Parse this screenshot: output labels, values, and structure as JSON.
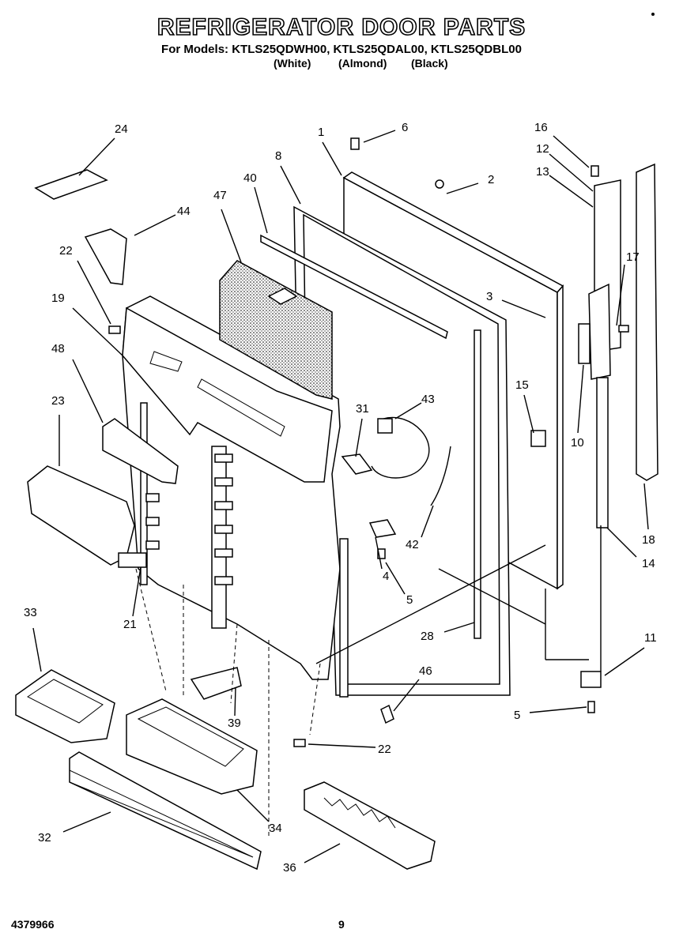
{
  "header": {
    "title": "REFRIGERATOR DOOR PARTS",
    "models_line": "For Models: KTLS25QDWH00, KTLS25QDAL00, KTLS25QDBL00",
    "colors": [
      "(White)",
      "(Almond)",
      "(Black)"
    ]
  },
  "footer": {
    "doc_number": "4379966",
    "page_number": "9"
  },
  "callouts": [
    "24",
    "44",
    "22",
    "19",
    "48",
    "23",
    "47",
    "40",
    "8",
    "1",
    "6",
    "2",
    "16",
    "12",
    "13",
    "17",
    "3",
    "31",
    "43",
    "15",
    "10",
    "18",
    "14",
    "42",
    "4",
    "5",
    "21",
    "33",
    "28",
    "46",
    "11",
    "5",
    "39",
    "22",
    "32",
    "34",
    "36"
  ]
}
